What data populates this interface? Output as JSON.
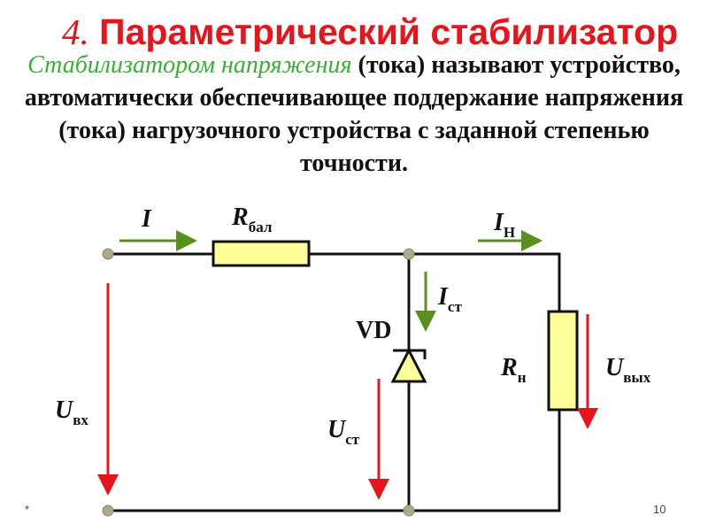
{
  "title": {
    "number": "4.",
    "text": "Параметрический стабилизатор"
  },
  "definition": {
    "term": "Стабилизатором напряжения",
    "rest": " (тока) называют устройство, автоматически обеспечивающее поддержание напряжения (тока) нагрузочного устройства с заданной степенью точности."
  },
  "labels": {
    "I": "I",
    "R_bal": "R",
    "R_bal_sub": "бал",
    "I_n": "I",
    "I_n_sub": "Н",
    "I_st": "I",
    "I_st_sub": "ст",
    "VD": "VD",
    "R_n": "R",
    "R_n_sub": "н",
    "U_out": "U",
    "U_out_sub": "вых",
    "U_in": "U",
    "U_in_sub": "вх",
    "U_st": "U",
    "U_st_sub": "ст"
  },
  "footer": {
    "marker": "*",
    "page": "10"
  },
  "colors": {
    "title": "#e8141c",
    "term": "#33b233",
    "current_arrow": "#5a8f1e",
    "voltage_arrow": "#e8141c",
    "component_fill": "#ffff99"
  }
}
